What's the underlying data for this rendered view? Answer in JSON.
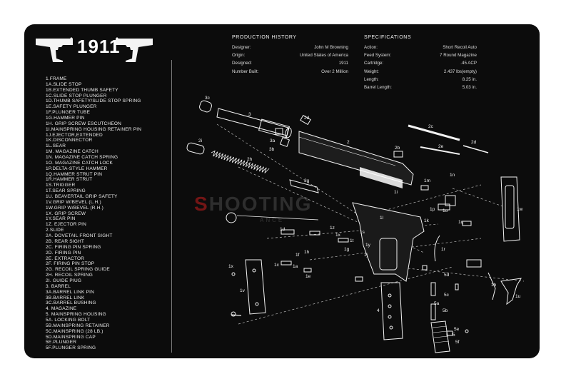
{
  "title": "1911",
  "watermark": {
    "first_letter": "S",
    "rest": "HOOTING",
    "sub": "ANCE"
  },
  "parts": [
    "1.FRAME",
    "1A.SLIDE STOP",
    "1B.EXTENDED THUMB SAFETY",
    "1C.SLIDE STOP PLUNGER",
    "1D.THUMB SAFETY/SLIDE STOP SPRING",
    "1E.SAFETY PLUNGER",
    "1F.PLUNGER TUBE",
    "1G.HAMMER PIN",
    "1H. GRIP SCREW ESCUTCHEON",
    "1I.MAINSPRING HOUSING RETAINER PIN",
    "1J.EJECTOR,EXTENDED",
    "1K.DISCONNECTOR",
    "1L.SEAR",
    "1M. MAGAZINE CATCH",
    "1N. MAGAZINE CATCH SPRING",
    "1O. MAGAZINE CATCH LOCK",
    "1P.DELTA-STYLE HAMMER",
    "1Q.HAMMER STRUT PIN",
    "1R.HAMMER STRUT",
    "1S.TRIGGER",
    "1T.SEAR SPRING",
    "1U. BEAVERTAIL GRIP SAFETY",
    "1V.GRIP W/BEVEL (L.H.)",
    "1W.GRIP W/BEVEL (R.H.)",
    "1X. GRIP SCREW",
    "1Y.SEAR PIN",
    "1Z. EJECTOR PIN",
    "2.SLIDE",
    "2A. DOVETAIL FRONT SIGHT",
    "2B. REAR SIGHT",
    "2C. FIRING PIN SPRING",
    "2D. FIRING PIN",
    "2E. EXTRACTOR",
    "2F. FIRING PIN STOP",
    "2G. RECOIL SPRING GUIDE",
    "2H. RECOIL SPRING",
    "2I. GUIDE PIUG",
    "3. BARREL",
    "3A.BARREL LINK PIN",
    "3B.BARREL LINK",
    "3C.BARREL BUSHING",
    "4. MAGAZINE",
    "5. MAINSPRING HOUSING",
    "5A. LOCKING BOLT",
    "5B.MAINSPRING RETAINER",
    "5C.MAINSPRING (28 LB.)",
    "5D.MAINSPRING CAP",
    "5E.PLUNGER",
    "5F.PLUNGER SPRING"
  ],
  "production_history": {
    "heading": "PRODUCTION HISTORY",
    "rows": [
      {
        "label": "Designer:",
        "value": "John M Browning"
      },
      {
        "label": "Origin:",
        "value": "United States of America"
      },
      {
        "label": "Designed:",
        "value": "1911"
      },
      {
        "label": "Number Built:",
        "value": "Over 2 Million"
      }
    ]
  },
  "specifications": {
    "heading": "SPECIFICATIONS",
    "rows": [
      {
        "label": "Action:",
        "value": "Short Recoil Auto"
      },
      {
        "label": "Feed System:",
        "value": "7 Round Magazine"
      },
      {
        "label": "Cartridge:",
        "value": ".45 ACP"
      },
      {
        "label": "Weight:",
        "value": "2.437 lbs(empty)"
      },
      {
        "label": "Length:",
        "value": "8.25 in."
      },
      {
        "label": "Barrel Length:",
        "value": "5.03 in."
      }
    ]
  },
  "callouts": [
    "3c",
    "3",
    "2d",
    "2i",
    "3a",
    "3b",
    "2",
    "2b",
    "2h",
    "2c",
    "2e",
    "2d",
    "3g",
    "1i",
    "1m",
    "1n",
    "1p",
    "1o",
    "1w",
    "1k",
    "1d",
    "1z",
    "1x",
    "1s",
    "1t",
    "1g",
    "1q",
    "1r",
    "1c",
    "1h",
    "1f",
    "1e",
    "1y",
    "1j",
    "1x",
    "1v",
    "1a",
    "4",
    "5",
    "5d",
    "5c",
    "5a",
    "5b",
    "5e",
    "5f",
    "1l",
    "1b",
    "1u"
  ],
  "colors": {
    "mat": "#0c0c0c",
    "line": "#f2f2f2",
    "accent": "#c81e1e"
  }
}
